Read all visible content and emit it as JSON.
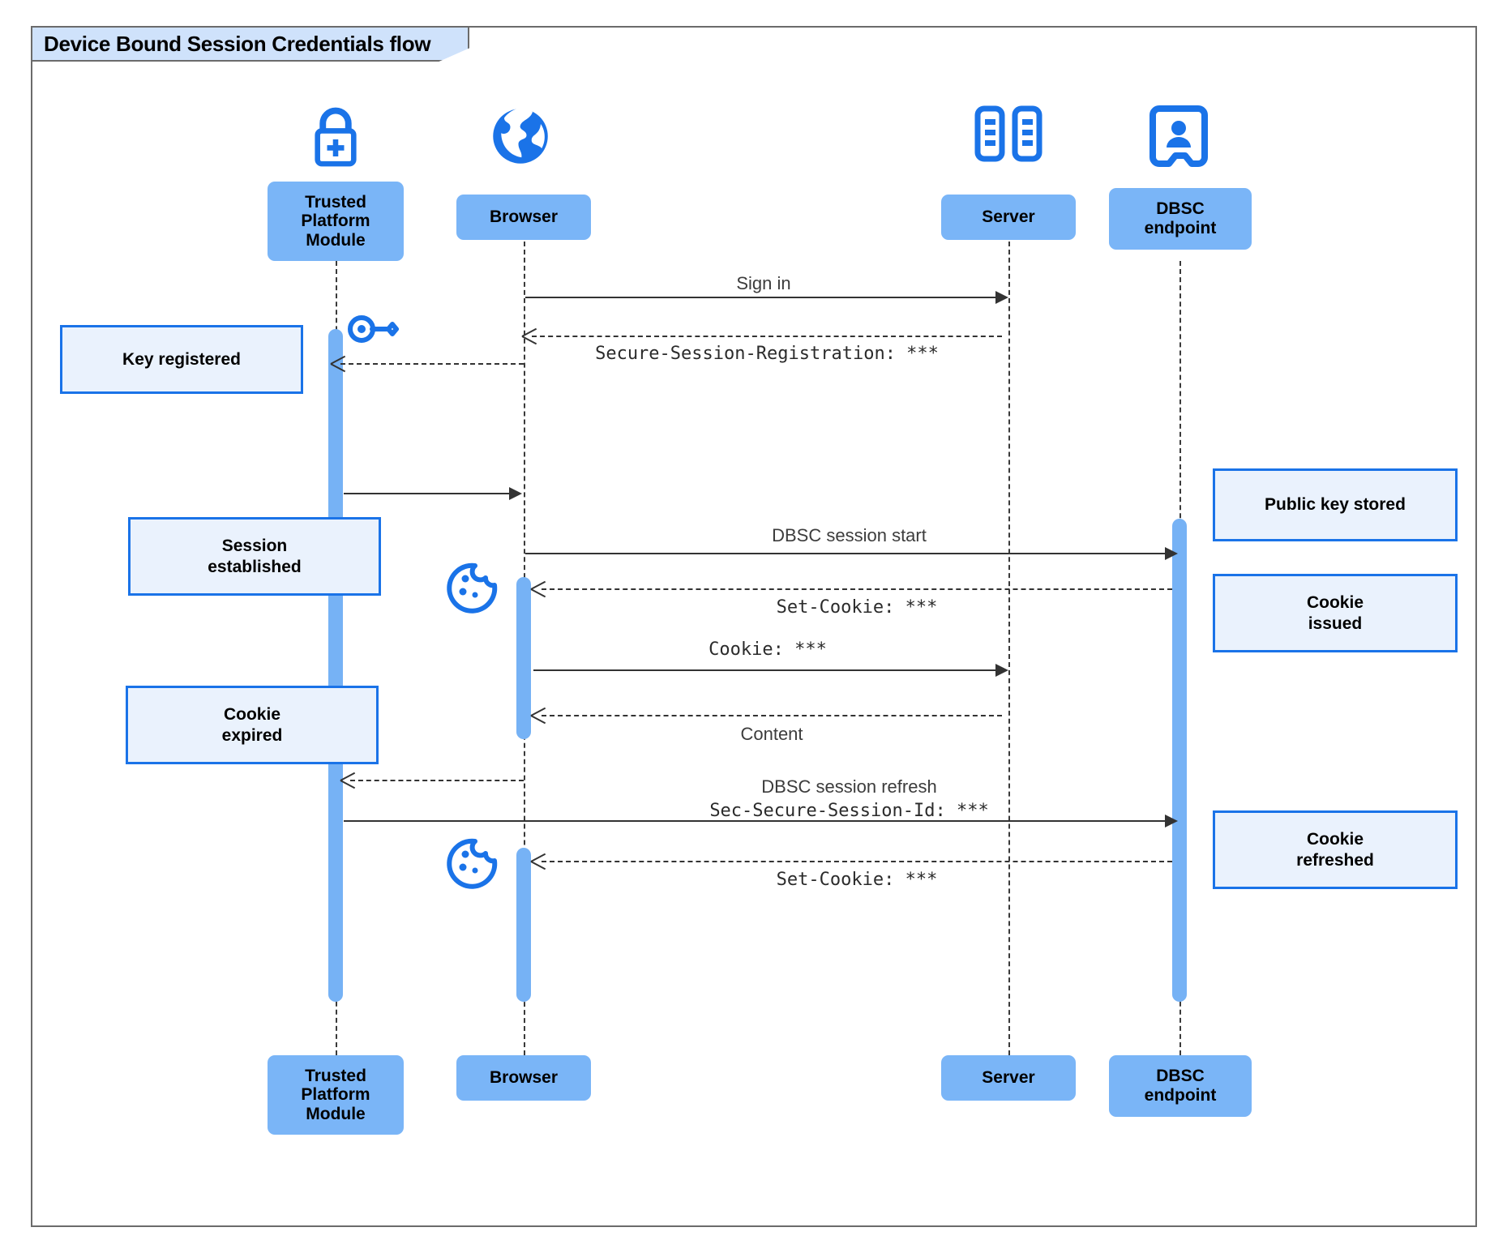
{
  "diagram": {
    "title": "Device Bound Session Credentials flow",
    "type": "uml-sequence-diagram",
    "colors": {
      "participant_fill": "#7ab5f7",
      "note_fill": "#eaf2fd",
      "note_border": "#1a73e8",
      "activation_fill": "#76b2f5",
      "icon_blue": "#1a73e8",
      "frame_border": "#6b6b6b",
      "title_fill": "#cfe2fb"
    }
  },
  "participants": [
    {
      "id": "tpm",
      "label": "Trusted\nPlatform\nModule",
      "icon": "lock-plus-icon"
    },
    {
      "id": "browser",
      "label": "Browser",
      "icon": "globe-icon"
    },
    {
      "id": "server",
      "label": "Server",
      "icon": "server-rack-icon"
    },
    {
      "id": "dbsc",
      "label": "DBSC\nendpoint",
      "icon": "id-badge-icon"
    }
  ],
  "participants_bottom": [
    {
      "id": "tpm",
      "label": "Trusted\nPlatform\nModule"
    },
    {
      "id": "browser",
      "label": "Browser"
    },
    {
      "id": "server",
      "label": "Server"
    },
    {
      "id": "dbsc",
      "label": "DBSC\nendpoint"
    }
  ],
  "messages": [
    {
      "id": "m1",
      "from": "browser",
      "to": "server",
      "label": "Sign in",
      "style": "solid",
      "font": "sans"
    },
    {
      "id": "m2",
      "from": "server",
      "to": "browser",
      "label": "Secure-Session-Registration: ***",
      "style": "dashed",
      "font": "mono"
    },
    {
      "id": "m3",
      "from": "browser",
      "to": "tpm",
      "label": "",
      "style": "dashed",
      "font": "sans"
    },
    {
      "id": "m4",
      "from": "tpm",
      "to": "browser",
      "label": "",
      "style": "solid",
      "font": "sans"
    },
    {
      "id": "m5",
      "from": "browser",
      "to": "dbsc",
      "label": "DBSC session start",
      "style": "solid",
      "font": "sans"
    },
    {
      "id": "m6",
      "from": "dbsc",
      "to": "browser",
      "label": "Set-Cookie: ***",
      "style": "dashed",
      "font": "mono"
    },
    {
      "id": "m7",
      "from": "browser",
      "to": "server",
      "label": "Cookie: ***",
      "style": "solid",
      "font": "mono"
    },
    {
      "id": "m8",
      "from": "server",
      "to": "browser",
      "label": "Content",
      "style": "dashed",
      "font": "sans"
    },
    {
      "id": "m9",
      "from": "browser",
      "to": "tpm",
      "label": "",
      "style": "dashed",
      "font": "sans"
    },
    {
      "id": "m10",
      "from": "tpm",
      "to": "dbsc",
      "label_line1": "DBSC session refresh",
      "label_line2": "Sec-Secure-Session-Id: ***",
      "style": "solid",
      "font": "mixed"
    },
    {
      "id": "m11",
      "from": "dbsc",
      "to": "browser",
      "label": "Set-Cookie: ***",
      "style": "dashed",
      "font": "mono"
    }
  ],
  "notes_left": [
    {
      "id": "n1",
      "label": "Key registered"
    },
    {
      "id": "n2",
      "label": "Session\nestablished"
    },
    {
      "id": "n3",
      "label": "Cookie\nexpired"
    }
  ],
  "notes_right": [
    {
      "id": "n4",
      "label": "Public key stored"
    },
    {
      "id": "n5",
      "label": "Cookie\nissued"
    },
    {
      "id": "n6",
      "label": "Cookie\nrefreshed"
    }
  ],
  "decor_icons": [
    {
      "id": "key1",
      "name": "key-icon"
    },
    {
      "id": "cookie1",
      "name": "cookie-icon"
    },
    {
      "id": "cookie2",
      "name": "cookie-icon"
    }
  ]
}
